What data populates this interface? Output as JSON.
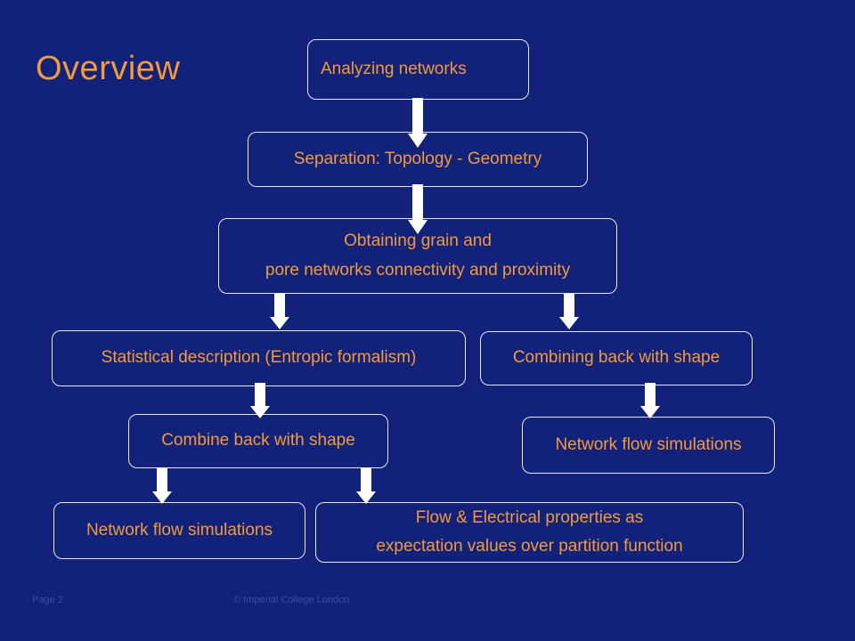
{
  "title": "Overview",
  "boxes": {
    "analyzing": "Analyzing networks",
    "separation": "Separation: Topology - Geometry",
    "obtaining_line1": "Obtaining grain and",
    "obtaining_line2": "pore networks connectivity and proximity",
    "statistical": "Statistical description (Entropic formalism)",
    "combining_right": "Combining back with shape",
    "combine_left": "Combine back with shape",
    "network_flow_right": "Network flow simulations",
    "network_flow_left": "Network flow simulations",
    "flow_line1": "Flow & Electrical properties as",
    "flow_line2": "expectation  values over partition function"
  },
  "footer": {
    "page": "Page 2",
    "copyright": "© Imperial College London"
  },
  "colors": {
    "background": "#12217a",
    "text": "#f39a3a",
    "border": "#e8e8f0",
    "arrow": "#ffffff"
  }
}
